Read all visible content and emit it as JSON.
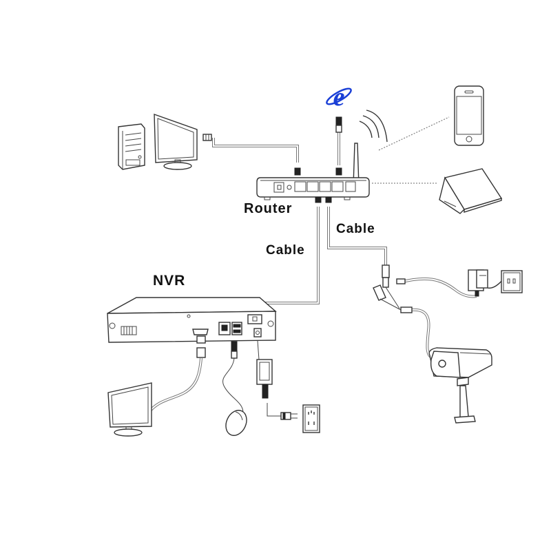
{
  "labels": {
    "router": "Router",
    "nvr": "NVR",
    "cable_nvr": "Cable",
    "cable_camera": "Cable"
  },
  "devices": [
    "desktop-pc",
    "monitor",
    "internet-explorer-logo",
    "router",
    "smartphone",
    "laptop",
    "nvr",
    "vga-monitor",
    "mouse",
    "power-adapter",
    "wall-socket",
    "ip-camera",
    "camera-power-adapter"
  ],
  "colors": {
    "ie_logo": "#1a3fd6",
    "line": "#333333",
    "cable": "#777777"
  }
}
